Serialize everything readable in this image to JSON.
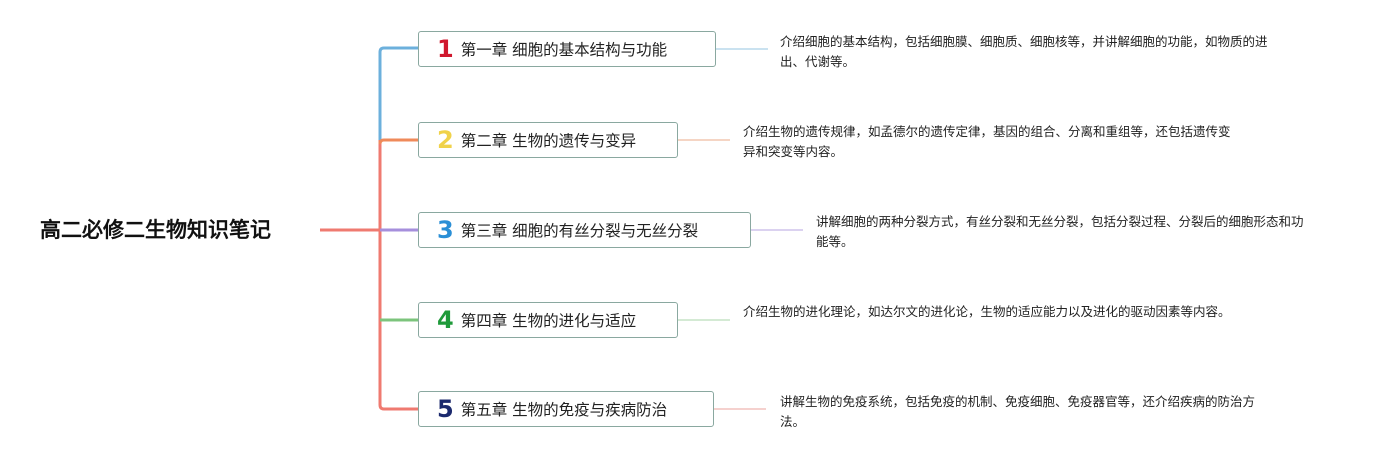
{
  "root": {
    "title": "高二必修二生物知识笔记"
  },
  "chapters": [
    {
      "number": "1",
      "title": "第一章 细胞的基本结构与功能",
      "description": "介绍细胞的基本结构，包括细胞膜、细胞质、细胞核等，并讲解细胞的功能，如物质的进出、代谢等。",
      "color": "#d0182e",
      "line_color": "#6cb0dc"
    },
    {
      "number": "2",
      "title": "第二章 生物的遗传与变异",
      "description": "介绍生物的遗传规律，如孟德尔的遗传定律，基因的组合、分离和重组等，还包括遗传变异和突变等内容。",
      "color": "#f0d24a",
      "line_color": "#ef8a5a"
    },
    {
      "number": "3",
      "title": "第三章 细胞的有丝分裂与无丝分裂",
      "description": "讲解细胞的两种分裂方式，有丝分裂和无丝分裂，包括分裂过程、分裂后的细胞形态和功能等。",
      "color": "#2a8fd6",
      "line_color": "#a68fdc"
    },
    {
      "number": "4",
      "title": "第四章 生物的进化与适应",
      "description": "介绍生物的进化理论，如达尔文的进化论，生物的适应能力以及进化的驱动因素等内容。",
      "color": "#1f9a3a",
      "line_color": "#7cc47c"
    },
    {
      "number": "5",
      "title": "第五章 生物的免疫与疾病防治",
      "description": "讲解生物的免疫系统，包括免疫的机制、免疫细胞、免疫器官等，还介绍疾病的防治方法。",
      "color": "#1c2a6e",
      "line_color": "#ef7a70"
    }
  ]
}
